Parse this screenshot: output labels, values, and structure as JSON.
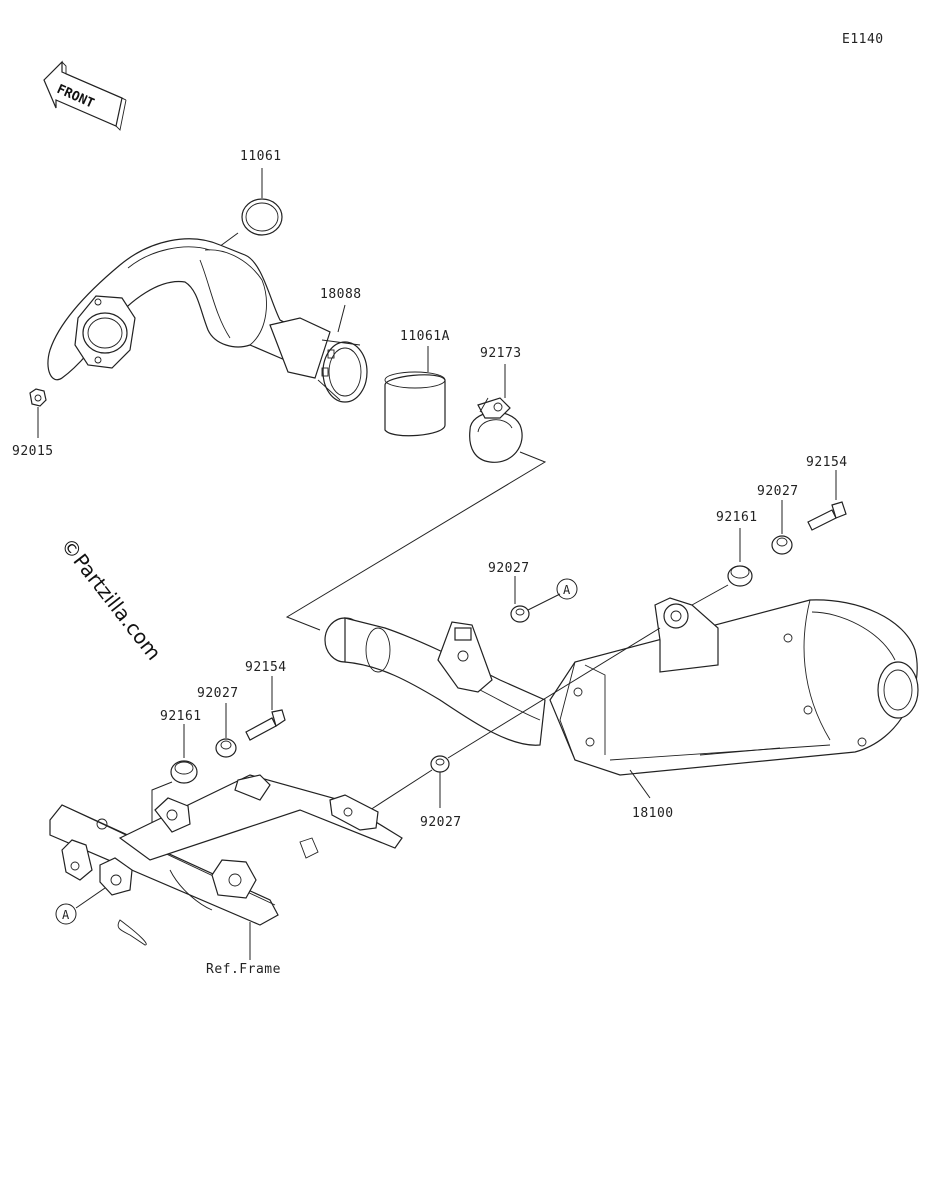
{
  "diagram_code": "E1140",
  "front_label": "FRONT",
  "watermark": "©Partzilla.com",
  "callouts": {
    "p11061": "11061",
    "p18088": "18088",
    "p11061A": "11061A",
    "p92173": "92173",
    "p92015": "92015",
    "p92154_right": "92154",
    "p92027_right": "92027",
    "p92161_right": "92161",
    "p92027_mid": "92027",
    "ref_a_top": "A",
    "p92154_left": "92154",
    "p92027_left": "92027",
    "p92161_left": "92161",
    "p92027_low": "92027",
    "p18100": "18100",
    "ref_a_bottom": "A",
    "ref_frame": "Ref.Frame"
  },
  "colors": {
    "line": "#222222",
    "background": "#ffffff"
  }
}
